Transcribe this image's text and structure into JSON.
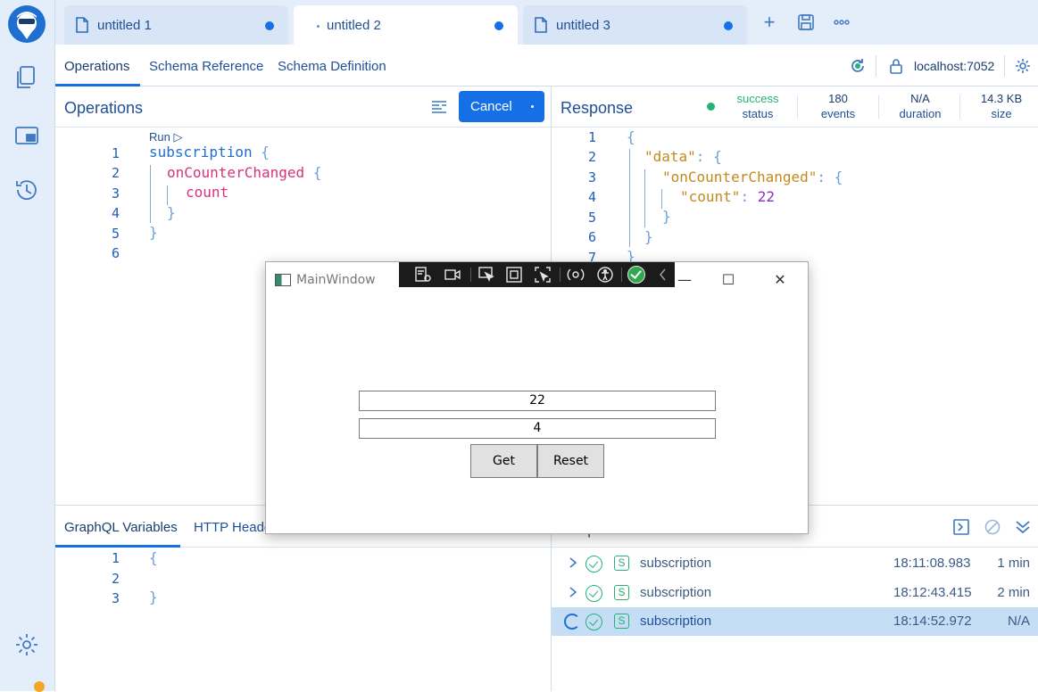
{
  "tabs": [
    {
      "label": "untitled 1",
      "modified": true
    },
    {
      "label": "untitled 2",
      "modified": true,
      "active": true
    },
    {
      "label": "untitled 3",
      "modified": true
    }
  ],
  "subnav": {
    "items": [
      "Operations",
      "Schema Reference",
      "Schema Definition"
    ],
    "active": "Operations",
    "connection": "localhost:7052"
  },
  "operations": {
    "title": "Operations",
    "run_label": "Run ▷",
    "cancel_label": "Cancel",
    "line_numbers": [
      "1",
      "2",
      "3",
      "4",
      "5",
      "6"
    ],
    "code": {
      "l1_kw": "subscription",
      "l1_brace": "{",
      "l2_field": "onCounterChanged",
      "l2_brace": "{",
      "l3_field": "count",
      "l4_brace": "}",
      "l5_brace": "}"
    }
  },
  "response": {
    "title": "Response",
    "stats": [
      {
        "value": "success",
        "key": "status"
      },
      {
        "value": "180",
        "key": "events"
      },
      {
        "value": "N/A",
        "key": "duration"
      },
      {
        "value": "14.3 KB",
        "key": "size"
      }
    ],
    "line_numbers": [
      "1",
      "2",
      "3",
      "4",
      "5",
      "6",
      "7"
    ],
    "json": {
      "open": "{",
      "data_key": "\"data\"",
      "counter_key": "\"onCounterChanged\"",
      "count_key": "\"count\"",
      "count_value": "22",
      "colon": ":",
      "brace_open": "{",
      "brace_close": "}"
    }
  },
  "variables": {
    "tabs": [
      "GraphQL Variables",
      "HTTP Heade"
    ],
    "line_numbers": [
      "1",
      "2",
      "3"
    ],
    "open": "{",
    "close": "}"
  },
  "history": {
    "title": "Responses",
    "rows": [
      {
        "operation": "subscription",
        "time": "18:11:08.983",
        "duration": "1 min",
        "badge": "S"
      },
      {
        "operation": "subscription",
        "time": "18:12:43.415",
        "duration": "2 min",
        "badge": "S"
      },
      {
        "operation": "subscription",
        "time": "18:14:52.972",
        "duration": "N/A",
        "badge": "S",
        "selected": true
      }
    ]
  },
  "main_window": {
    "title": "MainWindow",
    "value_box": "22",
    "step_box": "4",
    "get_label": "Get",
    "reset_label": "Reset"
  },
  "colors": {
    "accent": "#1570e8",
    "success": "#23b27a",
    "rail": "#e4eefa",
    "field": "#d6337a",
    "string": "#c28a1b"
  }
}
